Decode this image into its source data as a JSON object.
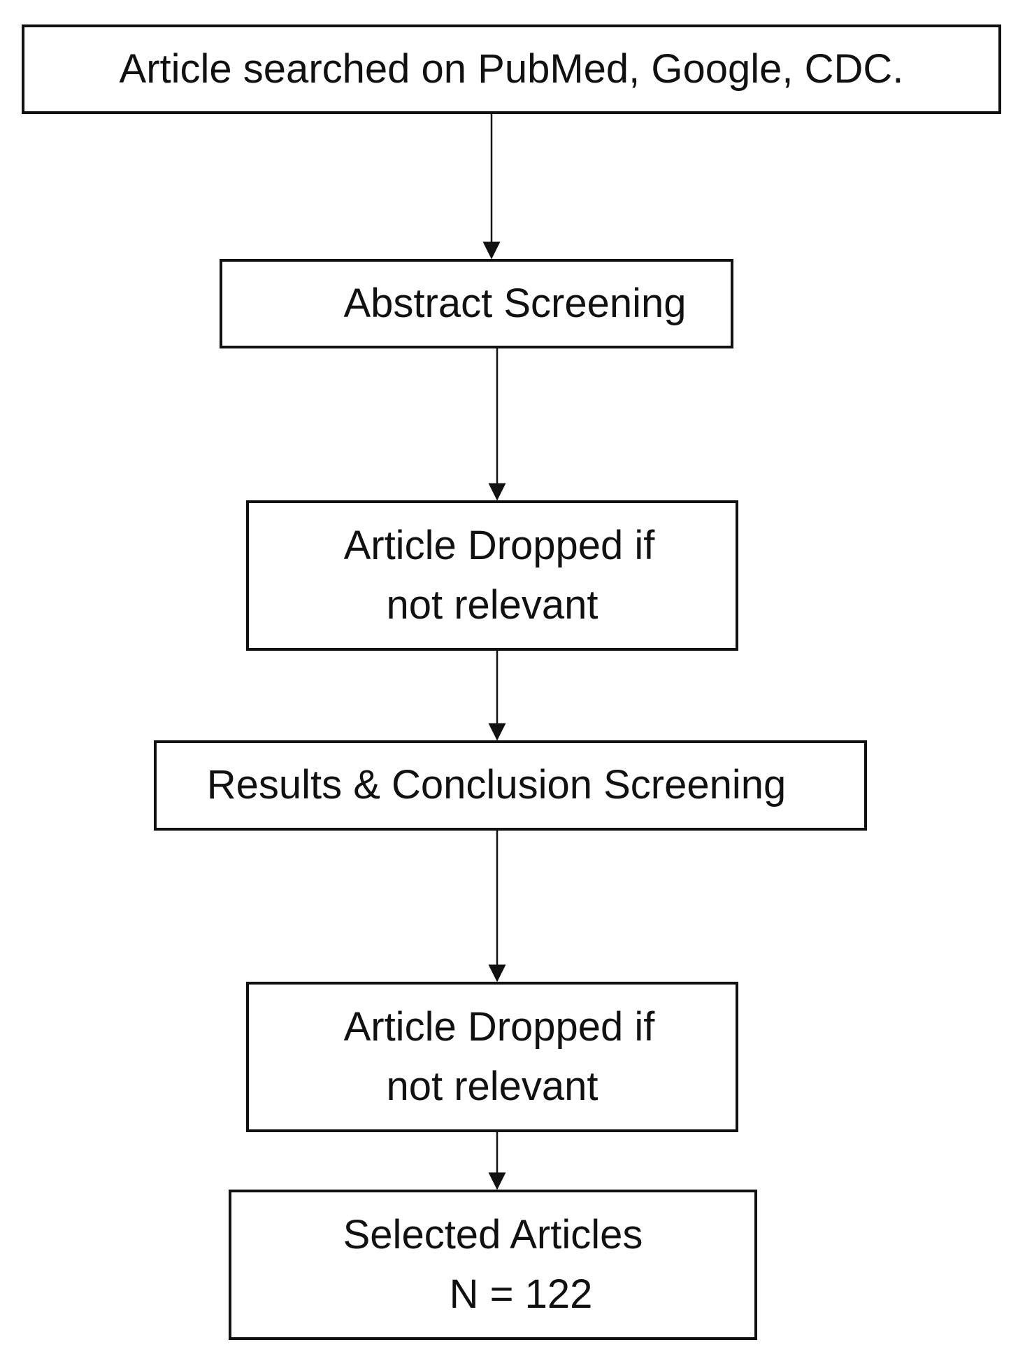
{
  "nodes": {
    "search": {
      "text": "Article searched on PubMed, Google, CDC."
    },
    "abstract": {
      "text": "Abstract Screening"
    },
    "drop1": {
      "line1": "Article Dropped if",
      "line2": "not relevant"
    },
    "results": {
      "text": "Results & Conclusion Screening"
    },
    "drop2": {
      "line1": "Article Dropped if",
      "line2": "not relevant"
    },
    "selected": {
      "line1": "Selected Articles",
      "line2": "N = 122"
    }
  },
  "edges": [
    {
      "from": "search",
      "to": "abstract"
    },
    {
      "from": "abstract",
      "to": "drop1"
    },
    {
      "from": "drop1",
      "to": "results"
    },
    {
      "from": "results",
      "to": "drop2"
    },
    {
      "from": "drop2",
      "to": "selected"
    }
  ]
}
